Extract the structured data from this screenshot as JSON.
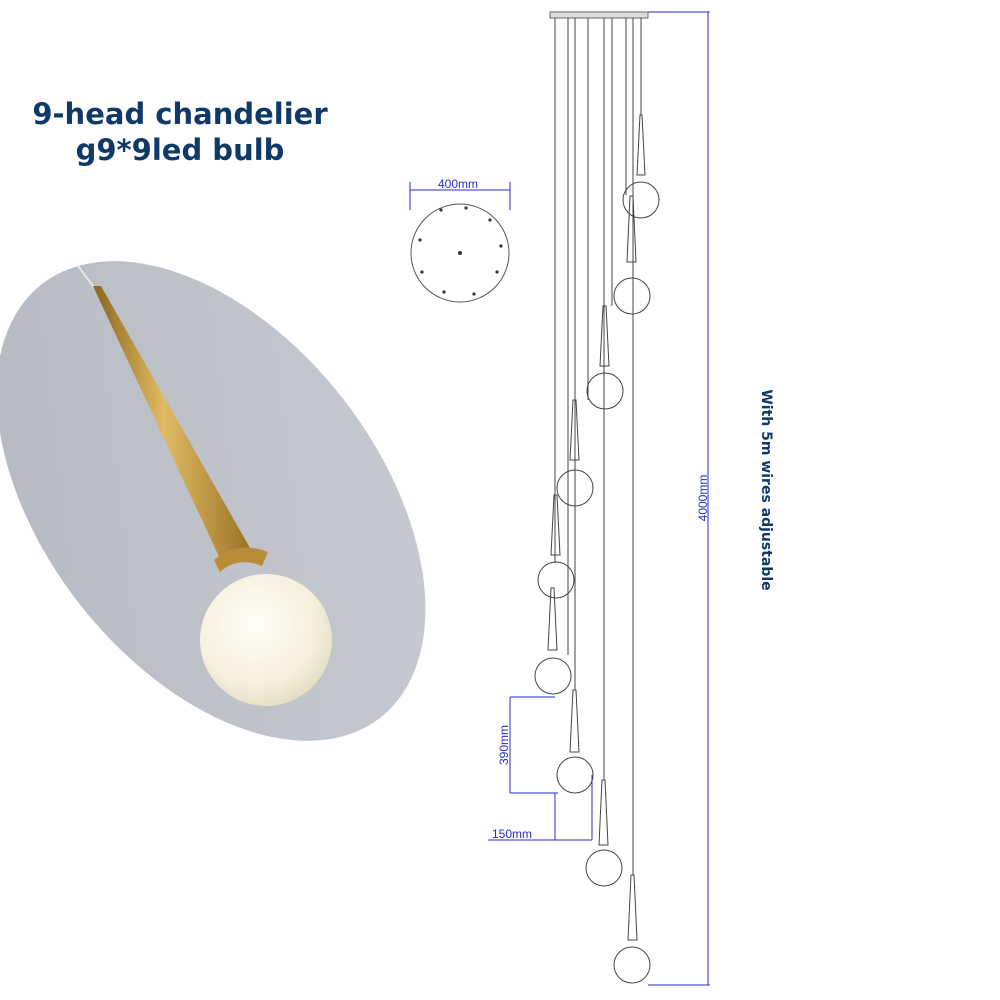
{
  "title": {
    "line1": "9-head chandelier",
    "line2": "g9*9led bulb"
  },
  "side_note": "With 5m wires adjustable",
  "dimensions": {
    "canopy_diameter": "400mm",
    "total_height": "4000mm",
    "shade_height": "390mm",
    "shade_width": "150mm"
  },
  "colors": {
    "title": "#0f3a68",
    "dimension": "#2b2bc9",
    "brass": "#c59a3c",
    "glass": "#f4efe2"
  }
}
